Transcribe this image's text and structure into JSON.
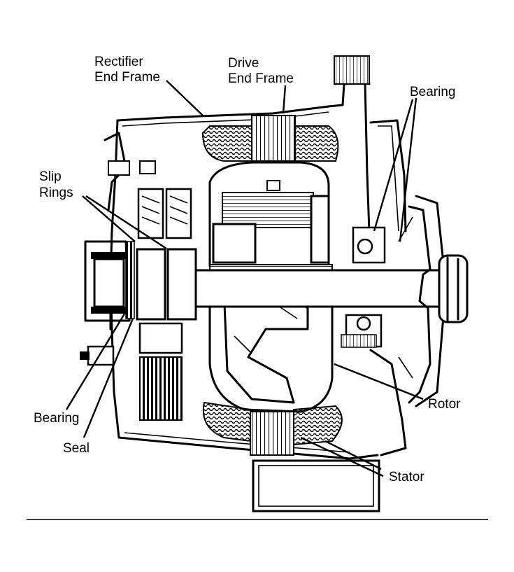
{
  "labels": {
    "rectifier_end_frame": [
      "Rectifier",
      "End Frame"
    ],
    "drive_end_frame": [
      "Drive",
      "End Frame"
    ],
    "bearing_top": "Bearing",
    "slip_rings": [
      "Slip",
      "Rings"
    ],
    "rotor": "Rotor",
    "stator": "Stator",
    "bearing_bottom": "Bearing",
    "seal": "Seal"
  }
}
